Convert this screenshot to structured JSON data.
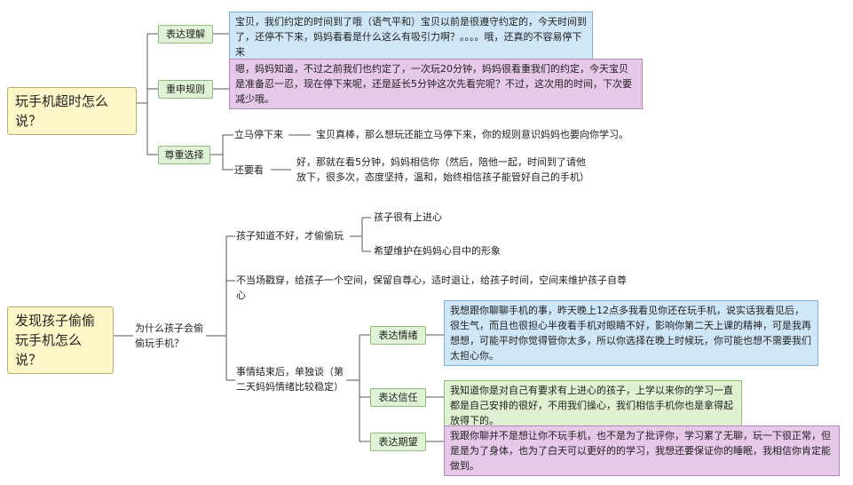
{
  "section1": {
    "root": "玩手机超时怎么说？",
    "branches": [
      {
        "label": "表达理解",
        "text": "宝贝，我们约定的时间到了哦（语气平和）宝贝以前是很遵守约定的，今天时间到了，还停不下来，妈妈看看是什么这么有吸引力啊？。。。。哦，还真的不容易停下来"
      },
      {
        "label": "重申规则",
        "text": "嗯，妈妈知道，不过之前我们也约定了，一次玩20分钟，妈妈很看重我们的约定，今天宝贝是准备忍一忍，现在停下来呢，还是延长5分钟这次先看完呢？不过，这次用的时间，下次要减少哦。"
      },
      {
        "label": "尊重选择",
        "sub": [
          {
            "label": "立马停下来",
            "text": "宝贝真棒，那么想玩还能立马停下来，你的规则意识妈妈也要向你学习。"
          },
          {
            "label": "还要看",
            "text": "好，那就在看5分钟，妈妈相信你（然后，陪他一起，时间到了请他放下，很多次，态度坚持，温和，始终相信孩子能管好自己的手机）"
          }
        ]
      }
    ]
  },
  "section2": {
    "root": "发现孩子偷偷玩手机怎么说？",
    "question": "为什么孩子会偷偷玩手机？",
    "branches": [
      {
        "label": "孩子知道不好，才偷偷玩",
        "sub": [
          "孩子很有上进心",
          "希望维护在妈妈心目中的形象"
        ]
      },
      {
        "label": "不当场戳穿，给孩子一个空间，保留自尊心，适时退让，给孩子时间，空间来维护孩子自尊心"
      },
      {
        "label": "事情结束后，单独谈（第二天妈妈情绪比较稳定）",
        "sub": [
          {
            "label": "表达情绪",
            "text": "我想跟你聊聊手机的事，昨天晚上12点多我看见你还在玩手机，说实话我看见后，很生气，而且也很担心半夜看手机对眼睛不好，影响你第二天上课的精神，可是我再想想，可能平时你觉得管你太多，所以你选择在晚上时候玩，你可能也想不需要我们太担心你。"
          },
          {
            "label": "表达信任",
            "text": "我知道你是对自己有要求有上进心的孩子，上学以来你的学习一直都是自己安排的很好，不用我们操心，我们相信手机你也是拿得起放得下的。"
          },
          {
            "label": "表达期望",
            "text": "我跟你聊并不是想让你不玩手机，也不是为了批评你，学习累了无聊，玩一下很正常，但是是为了身体，也为了白天可以更好的的学习，我想还要保证你的睡眠，我相信你肯定能做到。"
          }
        ]
      }
    ]
  }
}
